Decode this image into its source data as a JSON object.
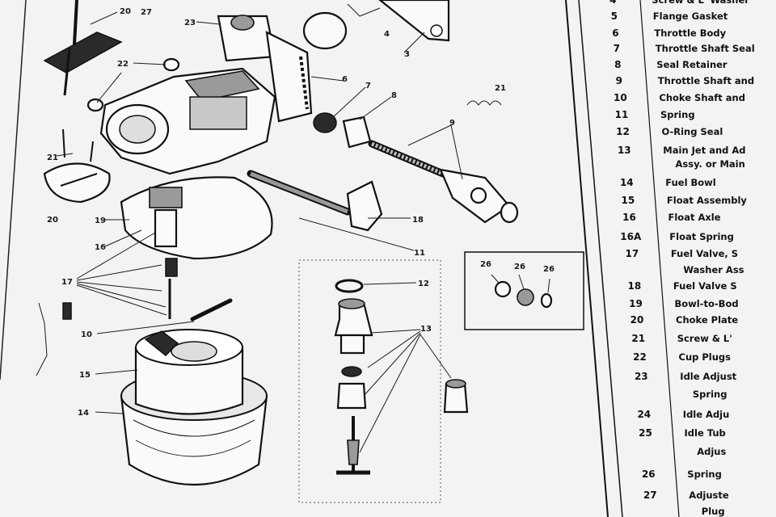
{
  "callouts": [
    "20",
    "27",
    "23",
    "22",
    "6",
    "7",
    "8",
    "9",
    "4",
    "3",
    "21",
    "21",
    "20",
    "19",
    "16",
    "17",
    "11",
    "18",
    "12",
    "13",
    "14",
    "15",
    "10",
    "26",
    "26",
    "26"
  ],
  "parts_list": [
    {
      "num": "4",
      "desc": "Screw & L' Washer"
    },
    {
      "num": "5",
      "desc": "Flange Gasket"
    },
    {
      "num": "6",
      "desc": "Throttle Body"
    },
    {
      "num": "7",
      "desc": "Throttle Shaft Seal"
    },
    {
      "num": "8",
      "desc": "Seal Retainer"
    },
    {
      "num": "9",
      "desc": "Throttle Shaft and"
    },
    {
      "num": "10",
      "desc": "Choke Shaft and"
    },
    {
      "num": "11",
      "desc": "Spring"
    },
    {
      "num": "12",
      "desc": "O-Ring Seal"
    },
    {
      "num": "13",
      "desc": "Main Jet and Ad"
    },
    {
      "num": "",
      "desc": "Assy. or Main"
    },
    {
      "num": "14",
      "desc": "Fuel Bowl"
    },
    {
      "num": "15",
      "desc": "Float Assembly"
    },
    {
      "num": "16",
      "desc": "Float Axle"
    },
    {
      "num": "16A",
      "desc": "Float Spring"
    },
    {
      "num": "17",
      "desc": "Fuel Valve, S"
    },
    {
      "num": "",
      "desc": "Washer Ass"
    },
    {
      "num": "18",
      "desc": "Fuel Valve S"
    },
    {
      "num": "19",
      "desc": "Bowl-to-Bod"
    },
    {
      "num": "20",
      "desc": "Choke Plate"
    },
    {
      "num": "21",
      "desc": "Screw & L'"
    },
    {
      "num": "22",
      "desc": "Cup Plugs"
    },
    {
      "num": "23",
      "desc": "Idle Adjust"
    },
    {
      "num": "",
      "desc": "Spring"
    },
    {
      "num": "24",
      "desc": "Idle Adju"
    },
    {
      "num": "25",
      "desc": "Idle Tub"
    },
    {
      "num": "",
      "desc": "Adjus"
    },
    {
      "num": "26",
      "desc": "Spring"
    },
    {
      "num": "27",
      "desc": "Adjuste"
    },
    {
      "num": "",
      "desc": "Plug"
    }
  ]
}
